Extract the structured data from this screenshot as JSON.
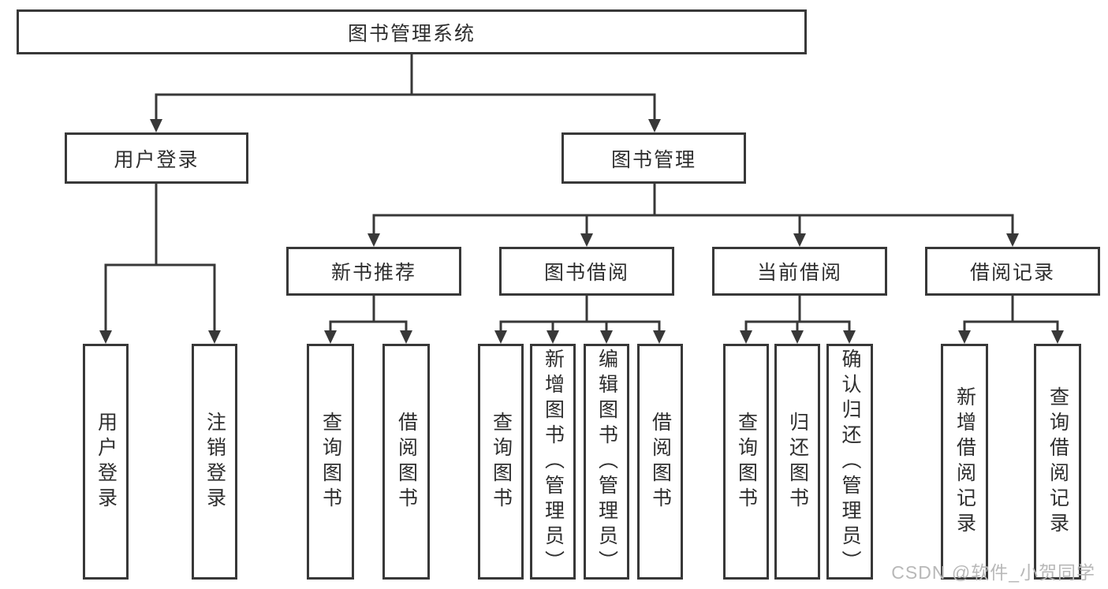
{
  "tree": {
    "root": {
      "label": "图书管理系统"
    },
    "login": {
      "label": "用户登录",
      "children": [
        {
          "label": "用户登录"
        },
        {
          "label": "注销登录"
        }
      ]
    },
    "management": {
      "label": "图书管理",
      "sections": [
        {
          "label": "新书推荐",
          "children": [
            {
              "label": "查询图书"
            },
            {
              "label": "借阅图书"
            }
          ]
        },
        {
          "label": "图书借阅",
          "children": [
            {
              "label": "查询图书"
            },
            {
              "label": "新增图书（管理员）"
            },
            {
              "label": "编辑图书（管理员）"
            },
            {
              "label": "借阅图书"
            }
          ]
        },
        {
          "label": "当前借阅",
          "children": [
            {
              "label": "查询图书"
            },
            {
              "label": "归还图书"
            },
            {
              "label": "确认归还（管理员）"
            }
          ]
        },
        {
          "label": "借阅记录",
          "children": [
            {
              "label": "新增借阅记录"
            },
            {
              "label": "查询借阅记录"
            }
          ]
        }
      ]
    }
  },
  "watermark": {
    "text": "CSDN @软件_小贺同学"
  },
  "colors": {
    "line": "#383838",
    "text": "#2e2e2e",
    "watermark": "#b8b8b8",
    "background": "#ffffff"
  }
}
